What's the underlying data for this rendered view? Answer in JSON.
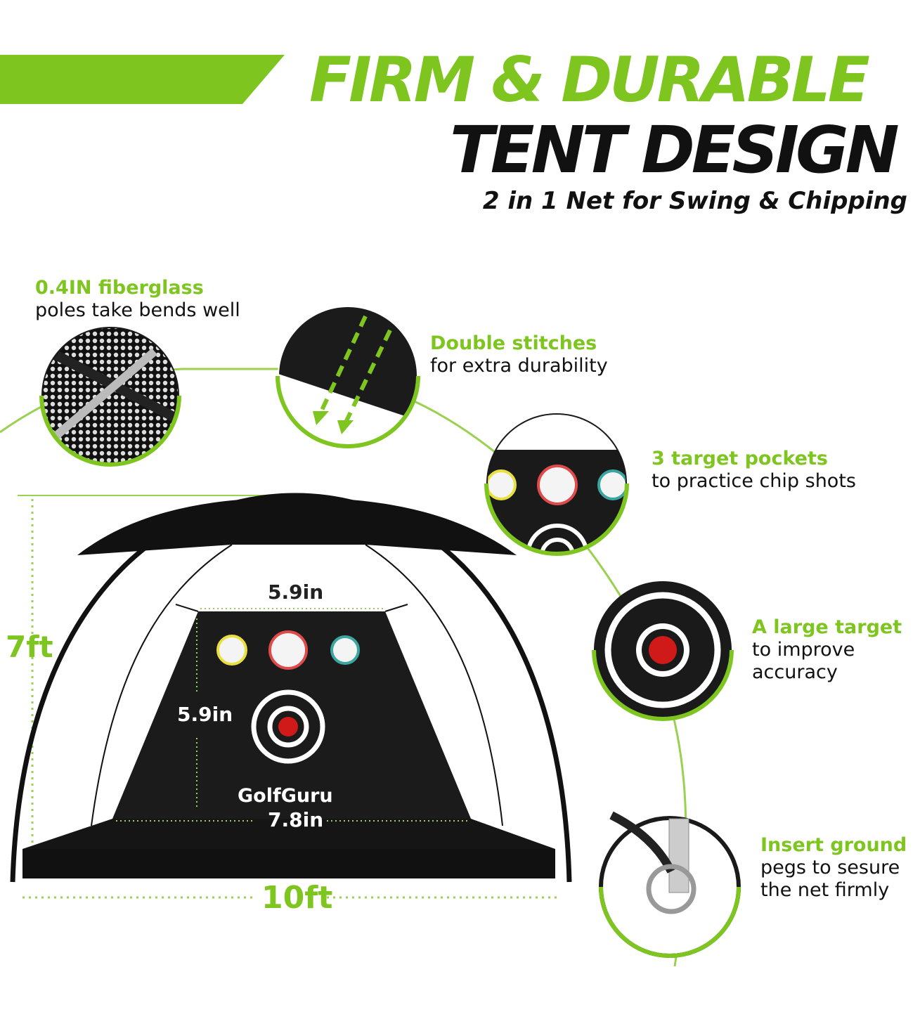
{
  "header": {
    "title_line1": "FIRM & DURABLE",
    "title_line2": "TENT DESIGN",
    "subtitle": "2 in 1 Net for Swing & Chipping"
  },
  "features": [
    {
      "highlight": "0.4IN fiberglass",
      "text": [
        "poles take bends well"
      ]
    },
    {
      "highlight": "Double stitches",
      "text": [
        "for extra durability"
      ]
    },
    {
      "highlight": "3 target pockets",
      "text": [
        "to practice chip shots"
      ]
    },
    {
      "highlight": "A large target",
      "text": [
        "to improve",
        "accuracy"
      ]
    },
    {
      "highlight": "Insert ground",
      "text": [
        "pegs to sesure",
        "the net firmly"
      ]
    }
  ],
  "tent": {
    "height": "7ft",
    "width": "10ft",
    "panel_top_width": "5.9in",
    "panel_height": "5.9in",
    "panel_bottom_width": "7.8in",
    "brand": "GolfGuru"
  },
  "colors": {
    "accent": "#7ec51f",
    "dark": "#111111",
    "red": "#d01a1a"
  }
}
